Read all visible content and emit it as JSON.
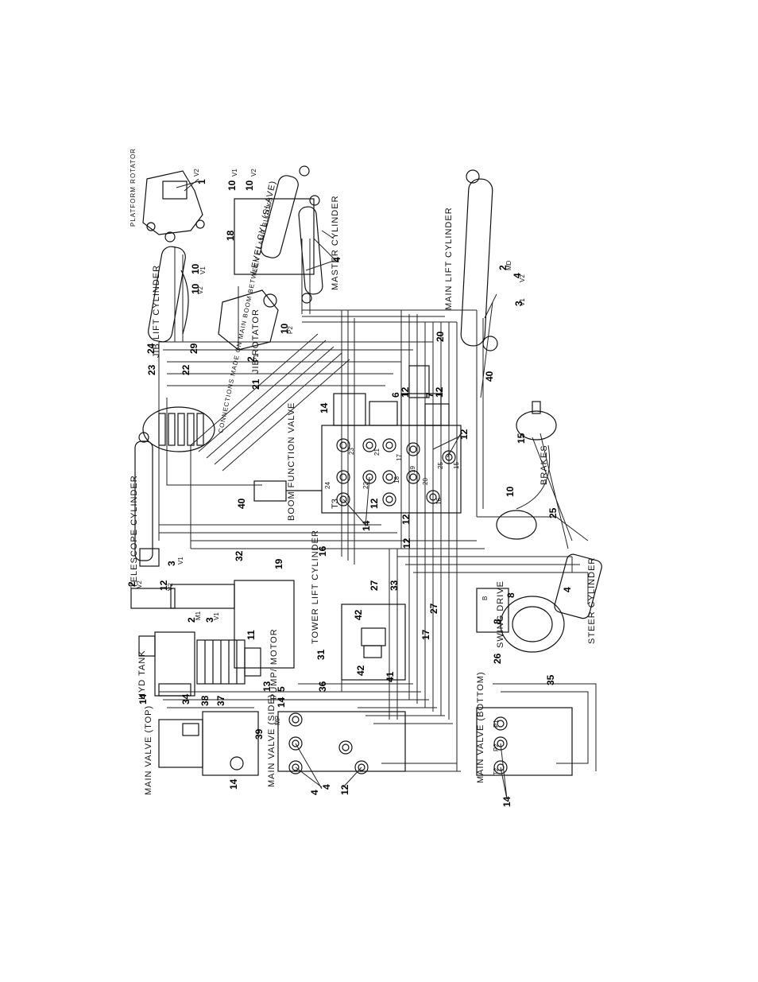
{
  "components": {
    "main_valve_top": "MAIN VALVE (TOP)",
    "hyd_tank": "HYD TANK",
    "pump_motor": "PUMP/ MOTOR",
    "main_valve_side": "MAIN VALVE (SIDE)",
    "main_valve_bottom": "MAIN VALVE (BOTTOM)",
    "tower_lift_cylinder": "TOWER LIFT CYLINDER",
    "swing_drive": "SWING DRIVE",
    "steer_cylinder": "STEER CYLINDER",
    "telescope_cylinder": "TELESCOPE CYLINDER",
    "boom_function_valve": "BOOM FUNCTION VALVE",
    "brakes": "BRAKES",
    "jib_lift_cylinder": "JIB LIFT CYLINDER",
    "connections_note": "CONNECTIONS MADE ON MAIN BOOM BETWEEN CLAMP BLOCKS",
    "jib_rotator": "JIB ROTATOR",
    "main_lift_cylinder": "MAIN LIFT CYLINDER",
    "platform_rotator": "PLATFORM ROTATOR",
    "level_cyl_slave": "LEVEL CYL (SLAVE)",
    "master_cylinder": "MASTER CYLINDER"
  },
  "callouts": {
    "c1": "1",
    "c2a": "2",
    "c2b": "2",
    "c2c": "2",
    "c2d": "2",
    "c3a": "3",
    "c3b": "3",
    "c3c": "3",
    "c4a": "4",
    "c4b": "4",
    "c4c": "4",
    "c4d": "4",
    "c4e": "4",
    "c5": "5",
    "c6": "6",
    "c7": "7",
    "c8a": "8",
    "c8b": "8",
    "c10a": "10",
    "c10b": "10",
    "c10c": "10",
    "c10d": "10",
    "c10e": "10",
    "c10f": "10",
    "c11": "11",
    "c12a": "12",
    "c12b": "12",
    "c12c": "12",
    "c12d": "12",
    "c12e": "12",
    "c12f": "12",
    "c12g": "12",
    "c12h": "12",
    "c13": "13",
    "c14a": "14",
    "c14b": "14",
    "c14c": "14",
    "c14d": "14",
    "c14e": "14",
    "c14f": "14",
    "c15": "15",
    "c16": "16",
    "c17": "17",
    "c18": "18",
    "c19": "19",
    "c20": "20",
    "c21": "21",
    "c22": "22",
    "c23": "23",
    "c24": "24",
    "c25": "25",
    "c26": "26",
    "c27a": "27",
    "c27b": "27",
    "c29": "29",
    "c31": "31",
    "c32": "32",
    "c33": "33",
    "c34": "34",
    "c35": "35",
    "c36": "36",
    "c37": "37",
    "c38": "38",
    "c39": "39",
    "c40a": "40",
    "c40b": "40",
    "c41": "41",
    "c42a": "42",
    "c42b": "42"
  },
  "port_marks": {
    "v1": "V1",
    "v2": "V2",
    "m1": "M1",
    "md": "MD",
    "p1": "P1",
    "p2": "P2",
    "t2": "T2",
    "t3": "T3",
    "mp": "MP",
    "b": "B"
  },
  "valve_ports": [
    "24",
    "22",
    "18",
    "16",
    "20",
    "19",
    "17",
    "25",
    "15",
    "23",
    "21",
    "20"
  ]
}
